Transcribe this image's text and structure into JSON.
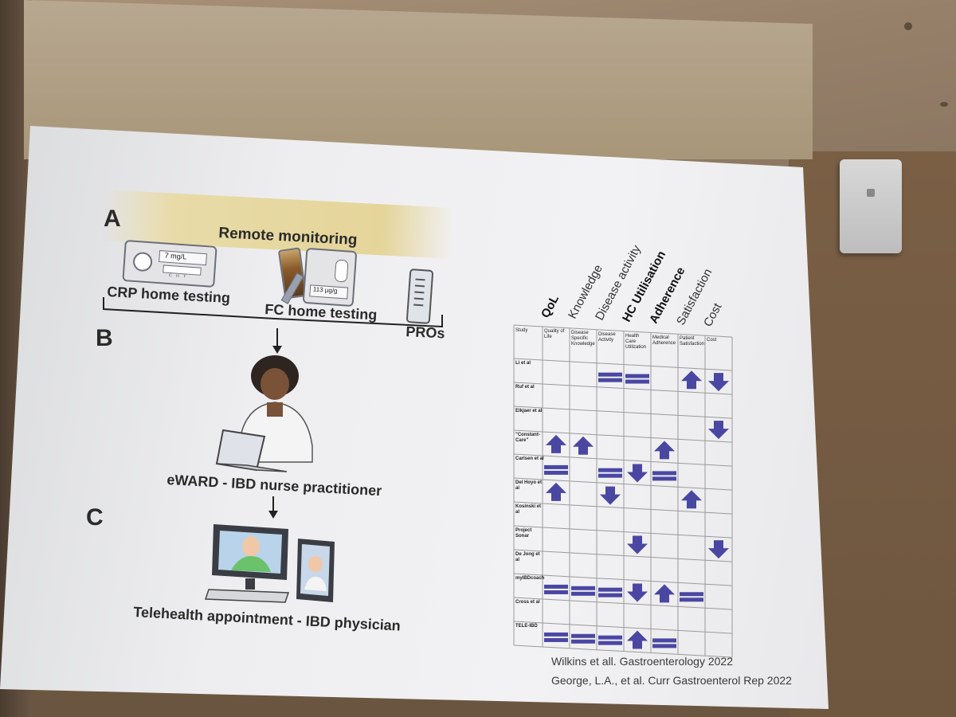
{
  "slide": {
    "banner_title": "Remote monitoring",
    "sections": [
      "A",
      "B",
      "C"
    ],
    "items": {
      "crp_value": "7 mg/L",
      "crp_markers": "C    H    T",
      "fc_value": "113 µg/g",
      "crp_label": "CRP home testing",
      "fc_label": "FC home testing",
      "pros_label": "PROs",
      "nurse_label": "eWARD - IBD nurse practitioner",
      "telehealth_label": "Telehealth appointment - IBD physician"
    },
    "table": {
      "rotated_headers": [
        "QoL",
        "Knowledge",
        "Disease activity",
        "HC Utilisation",
        "Adherence",
        "Satisfaction",
        "Cost"
      ],
      "rotated_bold": [
        true,
        false,
        false,
        true,
        true,
        false,
        false
      ],
      "corner_label": "Study",
      "column_headers": [
        [
          "Quality of",
          "Life"
        ],
        [
          "Disease",
          "Specific",
          "Knowledge"
        ],
        [
          "Disease",
          "Activity"
        ],
        [
          "Health",
          "Care",
          "Utilization"
        ],
        [
          "Medical",
          "Adherence"
        ],
        [
          "Patient",
          "Satisfaction"
        ],
        [
          "Cost"
        ]
      ],
      "rows": [
        {
          "label": [
            "Li et al"
          ],
          "cells": [
            "",
            "",
            "eq",
            "eq",
            "",
            "up",
            "down"
          ]
        },
        {
          "label": [
            "Ruf et al"
          ],
          "cells": [
            "",
            "",
            "",
            "",
            "",
            "",
            ""
          ]
        },
        {
          "label": [
            "Elkjaer et al"
          ],
          "cells": [
            "",
            "",
            "",
            "",
            "",
            "",
            "down"
          ]
        },
        {
          "label": [
            "\"Constant-",
            "Care\""
          ],
          "cells": [
            "up",
            "up",
            "",
            "",
            "up",
            "",
            ""
          ]
        },
        {
          "label": [
            "Carlsen et al"
          ],
          "cells": [
            "eq",
            "",
            "eq",
            "down",
            "eq",
            "",
            ""
          ]
        },
        {
          "label": [
            "Del Hoyo et",
            "al"
          ],
          "cells": [
            "up",
            "",
            "down",
            "",
            "",
            "up",
            ""
          ]
        },
        {
          "label": [
            "Kosinski et",
            "al"
          ],
          "cells": [
            "",
            "",
            "",
            "",
            "",
            "",
            ""
          ]
        },
        {
          "label": [
            "Project",
            "Sonar"
          ],
          "cells": [
            "",
            "",
            "",
            "down",
            "",
            "",
            "down"
          ]
        },
        {
          "label": [
            "De Jong et",
            "al"
          ],
          "cells": [
            "",
            "",
            "",
            "",
            "",
            "",
            ""
          ]
        },
        {
          "label": [
            "myIBDcoach"
          ],
          "cells": [
            "eq",
            "eq",
            "eq",
            "down",
            "up",
            "eq",
            ""
          ]
        },
        {
          "label": [
            "Cross et al"
          ],
          "cells": [
            "",
            "",
            "",
            "",
            "",
            "",
            ""
          ]
        },
        {
          "label": [
            "TELE-IBD"
          ],
          "cells": [
            "eq",
            "eq",
            "eq",
            "up",
            "eq",
            "",
            ""
          ]
        }
      ]
    },
    "citations": [
      "Wilkins et all. Gastroenterology 2022",
      "George, L.A., et al. Curr Gastroenterol Rep 2022"
    ]
  },
  "colors": {
    "arrow": "#4a47a3",
    "equal": "#4a47a3",
    "banner": "#e5d59a"
  }
}
